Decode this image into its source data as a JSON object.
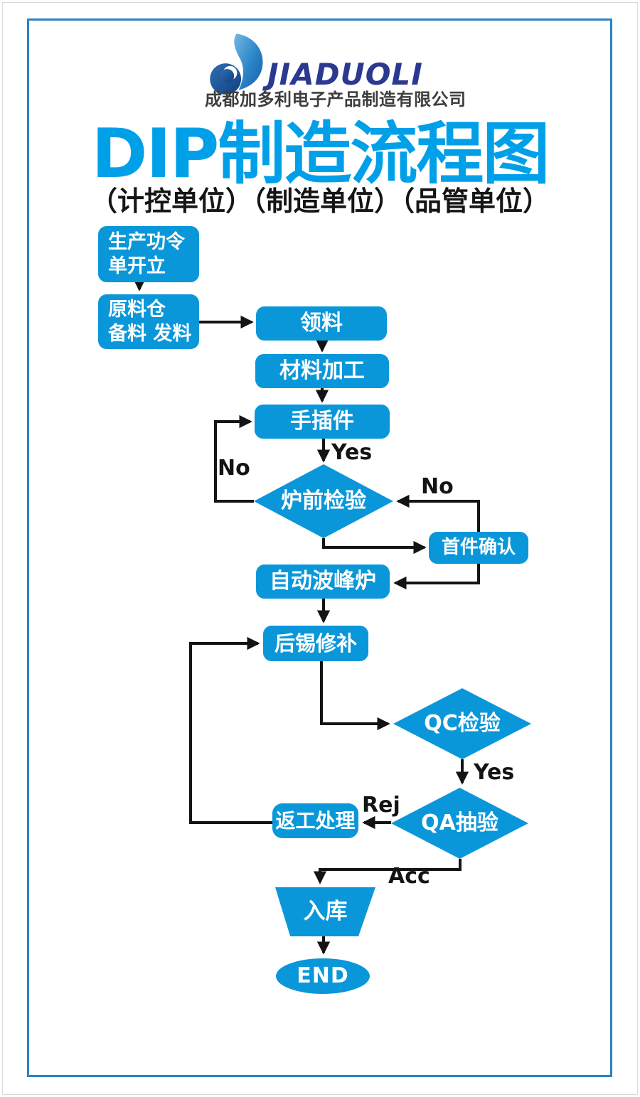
{
  "logo": {
    "brand": "JIADUOLI",
    "company": "成都加多利电子产品制造有限公司"
  },
  "header": {
    "title": "DIP制造流程图",
    "subtitle": "（计控单位）（制造单位）（品管单位）"
  },
  "colors": {
    "node_blue": "#0a97da",
    "title_blue": "#00a0e9",
    "brand_navy": "#2b3990",
    "frame_blue": "#2a84c6",
    "line_black": "#141414"
  },
  "nodes": {
    "work_order": "生产功令\n单开立",
    "material_prep": "原料仓\n备料 发料",
    "pick_material": "领料",
    "material_processing": "材料加工",
    "hand_insert": "手插件",
    "pre_oven_inspection": "炉前检验",
    "first_article_confirm": "首件确认",
    "wave_solder_oven": "自动波峰炉",
    "post_solder_repair": "后锡修补",
    "qc_inspection": "QC检验",
    "qa_sampling": "QA抽验",
    "rework": "返工处理",
    "warehouse_in": "入库",
    "end": "END"
  },
  "edge_labels": {
    "yes_to_pre_oven": "Yes",
    "no_back_to_hand_insert": "No",
    "no_from_first_article": "No",
    "yes_to_qa": "Yes",
    "rej": "Rej",
    "acc": "Acc"
  }
}
